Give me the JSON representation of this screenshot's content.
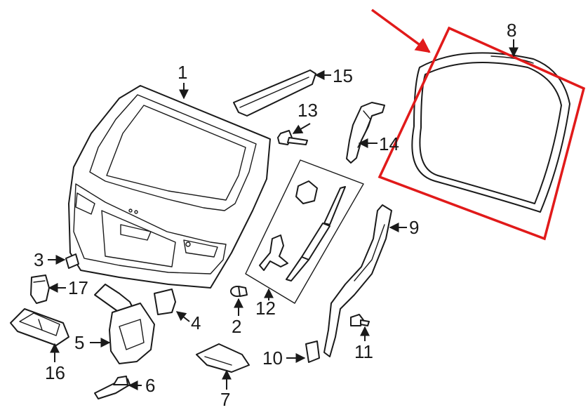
{
  "colors": {
    "line": "#1a1a1a",
    "highlight": "#e11a1a",
    "background": "#ffffff"
  },
  "callouts": {
    "c1": "1",
    "c2": "2",
    "c3": "3",
    "c4": "4",
    "c5": "5",
    "c6": "6",
    "c7": "7",
    "c8": "8",
    "c9": "9",
    "c10": "10",
    "c11": "11",
    "c12": "12",
    "c13": "13",
    "c14": "14",
    "c15": "15",
    "c16": "16",
    "c17": "17"
  }
}
